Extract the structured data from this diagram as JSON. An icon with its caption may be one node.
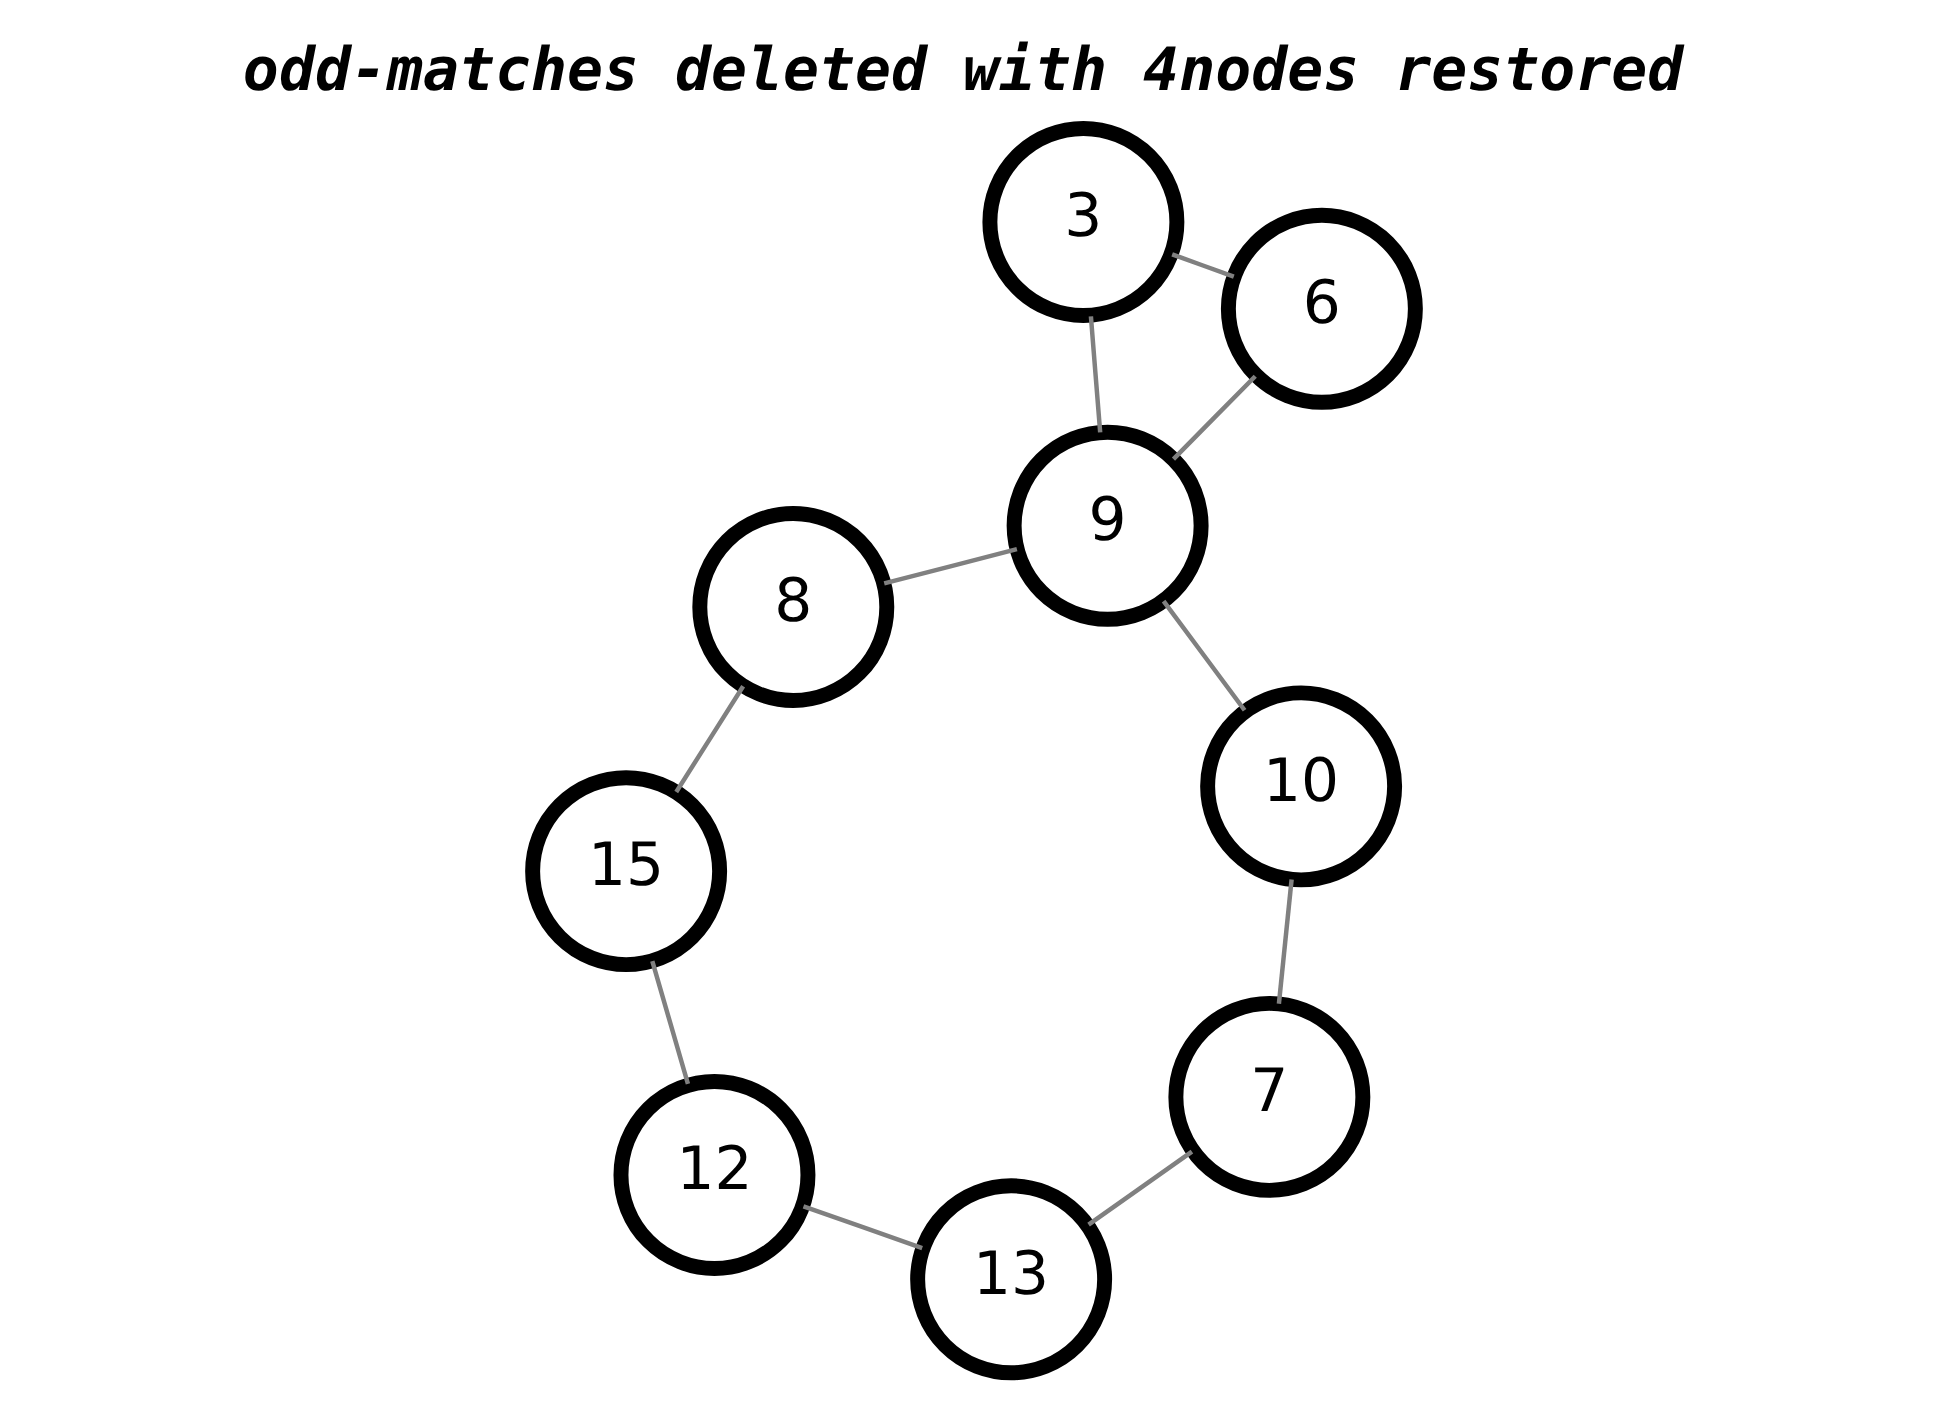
{
  "diagram": {
    "title": "odd-matches deleted with 4nodes restored",
    "nodes": [
      {
        "text": [
          "3"
        ]
      },
      {
        "text": [
          "6"
        ]
      },
      {
        "text": [
          "7"
        ]
      },
      {
        "text": [
          "8"
        ]
      },
      {
        "text": [
          "9"
        ]
      },
      {
        "text": [
          "10"
        ]
      },
      {
        "text": [
          "12"
        ]
      },
      {
        "text": [
          "13"
        ]
      },
      {
        "text": [
          "15"
        ]
      }
    ],
    "edges": [
      {
        "from": 0,
        "to": 1,
        "arrow": "none"
      },
      {
        "from": 0,
        "to": 4,
        "arrow": "none"
      },
      {
        "from": 1,
        "to": 4,
        "arrow": "none"
      },
      {
        "from": 2,
        "to": 5,
        "arrow": "none"
      },
      {
        "from": 2,
        "to": 7,
        "arrow": "none"
      },
      {
        "from": 3,
        "to": 4,
        "arrow": "none"
      },
      {
        "from": 4,
        "to": 5,
        "arrow": "none"
      },
      {
        "from": 3,
        "to": 8,
        "arrow": "none"
      },
      {
        "from": 6,
        "to": 7,
        "arrow": "none"
      },
      {
        "from": 6,
        "to": 8,
        "arrow": "none"
      }
    ]
  }
}
